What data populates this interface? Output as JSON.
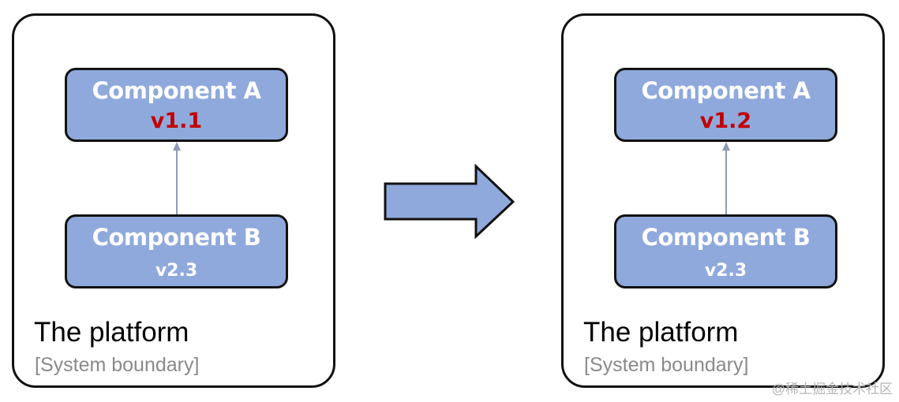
{
  "colors": {
    "component_fill": "#8fa9dc",
    "version_highlight": "#c00000",
    "caption_gray": "#8a8a8a",
    "arrow_fill": "#8fa9dc",
    "border": "#111111"
  },
  "panels": {
    "left": {
      "component_a": {
        "name": "Component A",
        "version": "v1.1"
      },
      "component_b": {
        "name": "Component B",
        "version": "v2.3"
      },
      "title": "The platform",
      "subtitle": "[System boundary]"
    },
    "right": {
      "component_a": {
        "name": "Component A",
        "version": "v1.2"
      },
      "component_b": {
        "name": "Component B",
        "version": "v2.3"
      },
      "title": "The platform",
      "subtitle": "[System boundary]"
    }
  },
  "icons": {
    "dependency_arrow": "arrow-up-icon",
    "transition_arrow": "block-arrow-right-icon"
  },
  "watermark": "@稀土掘金技术社区"
}
